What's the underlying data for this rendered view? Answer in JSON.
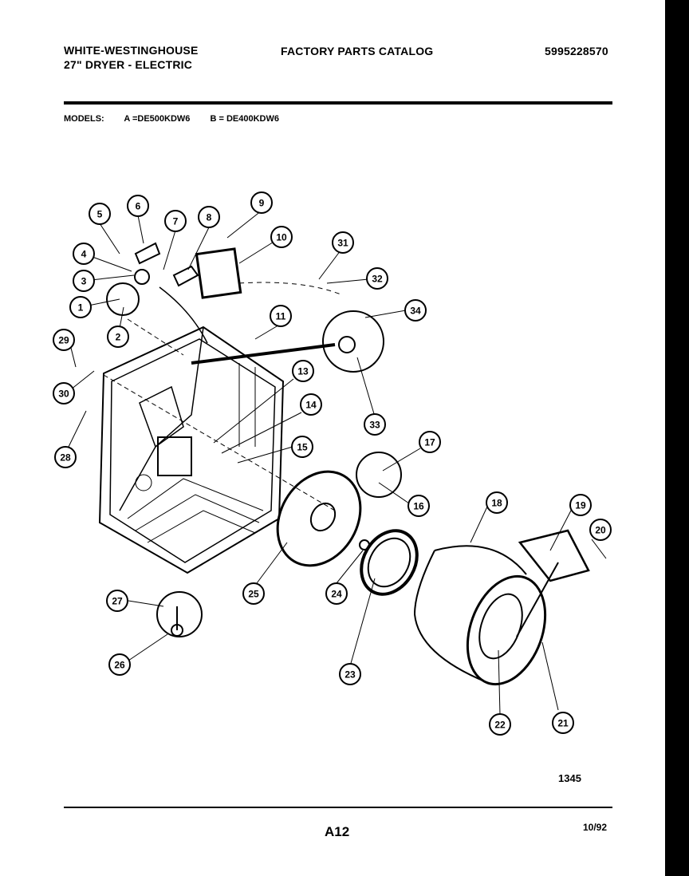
{
  "header": {
    "brand": "WHITE-WESTINGHOUSE",
    "product": "27\" DRYER - ELECTRIC",
    "catalog": "FACTORY PARTS CATALOG",
    "catalog_number": "5995228570"
  },
  "models": {
    "label": "MODELS:",
    "a": "A =DE500KDW6",
    "b": "B = DE400KDW6"
  },
  "callouts": [
    "1",
    "2",
    "3",
    "4",
    "5",
    "6",
    "7",
    "8",
    "9",
    "10",
    "11",
    "13",
    "14",
    "15",
    "16",
    "17",
    "18",
    "19",
    "20",
    "21",
    "22",
    "23",
    "24",
    "25",
    "26",
    "27",
    "28",
    "29",
    "30",
    "31",
    "32",
    "33",
    "34"
  ],
  "footer": {
    "figure_code": "1345",
    "page": "A12",
    "date": "10/92"
  }
}
